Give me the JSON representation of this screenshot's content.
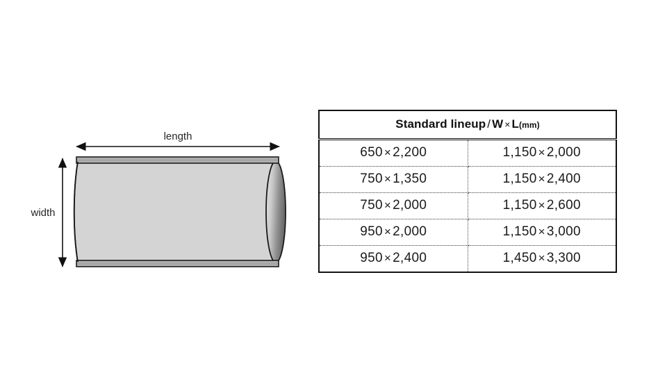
{
  "diagram": {
    "name": "roll-product-diagram",
    "length_label": "length",
    "width_label": "width",
    "body_fill": "#d4d4d4",
    "edge_strip_fill": "#a8a8a8",
    "outline_color": "#1a1a1a",
    "end_cap_light": "#e0e0e0",
    "end_cap_dark": "#6e6e6e"
  },
  "table": {
    "header": {
      "main": "Standard lineup",
      "separator": "/",
      "wl": "W",
      "times": "×",
      "wl2": "L",
      "unit": "(mm)"
    },
    "columns": [
      "W × L",
      "W × L"
    ],
    "multiply_symbol": "×",
    "rows": [
      {
        "left_w": "650",
        "left_l": "2,200",
        "right_w": "1,150",
        "right_l": "2,000"
      },
      {
        "left_w": "750",
        "left_l": "1,350",
        "right_w": "1,150",
        "right_l": "2,400"
      },
      {
        "left_w": "750",
        "left_l": "2,000",
        "right_w": "1,150",
        "right_l": "2,600"
      },
      {
        "left_w": "950",
        "left_l": "2,000",
        "right_w": "1,150",
        "right_l": "3,000"
      },
      {
        "left_w": "950",
        "left_l": "2,400",
        "right_w": "1,450",
        "right_l": "3,300"
      }
    ]
  }
}
